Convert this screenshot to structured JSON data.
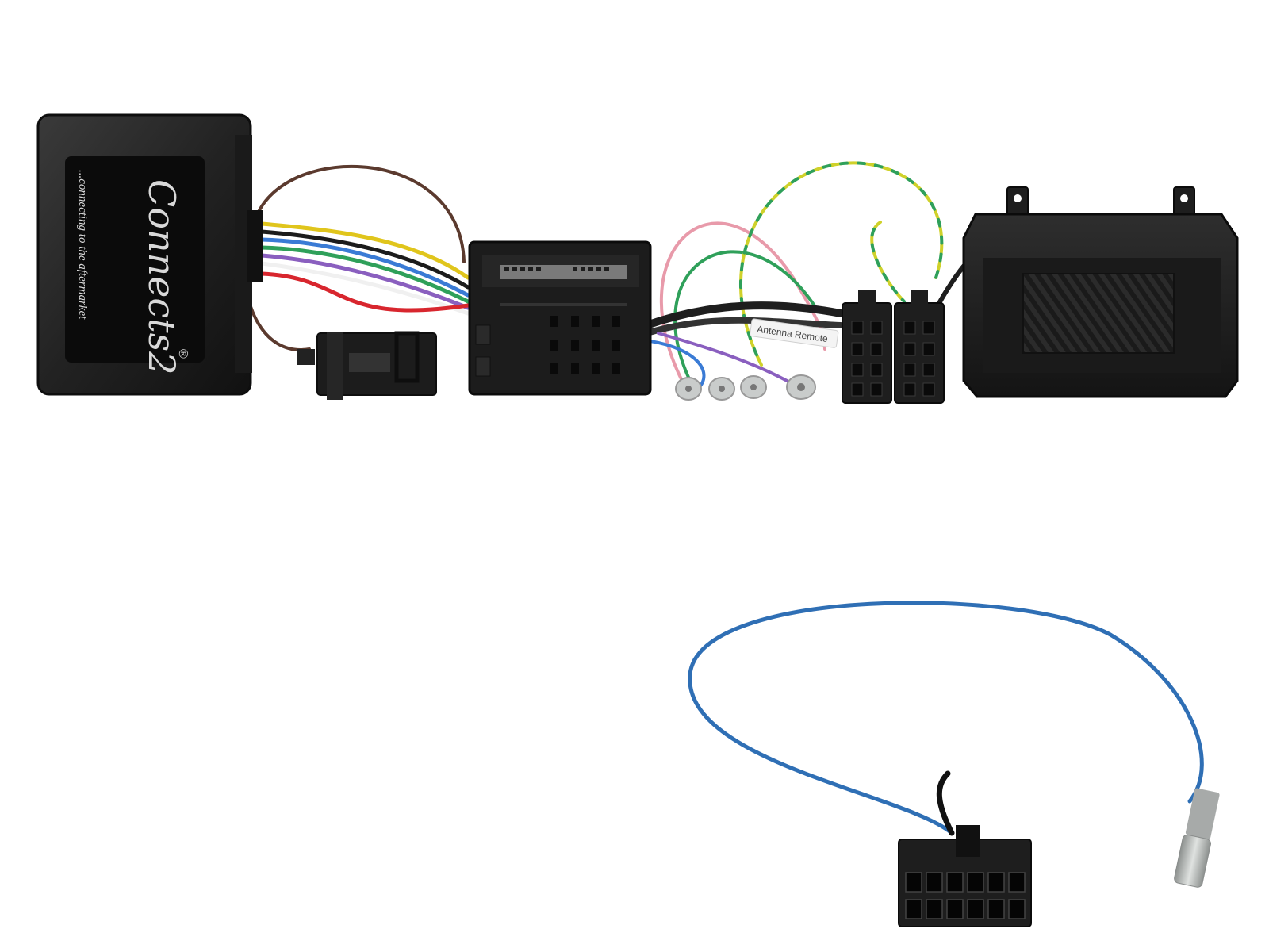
{
  "product": {
    "brand_logo": "Connects2",
    "registered_mark": "®",
    "tagline": "...connecting to the aftermarket",
    "wire_label": "Antenna Remote"
  },
  "colors": {
    "background": "#ffffff",
    "housing": "#1e1e1e",
    "housing_edge": "#0e0e0e",
    "antenna_cable": "#2f6fb5",
    "ferrule": "#b8bcba"
  },
  "icons": {
    "interface_box": "control-module-icon",
    "quadlock": "quadlock-connector-icon",
    "iso": "iso-connector-icon",
    "module": "receiver-module-icon",
    "antenna": "antenna-adapter-icon"
  }
}
